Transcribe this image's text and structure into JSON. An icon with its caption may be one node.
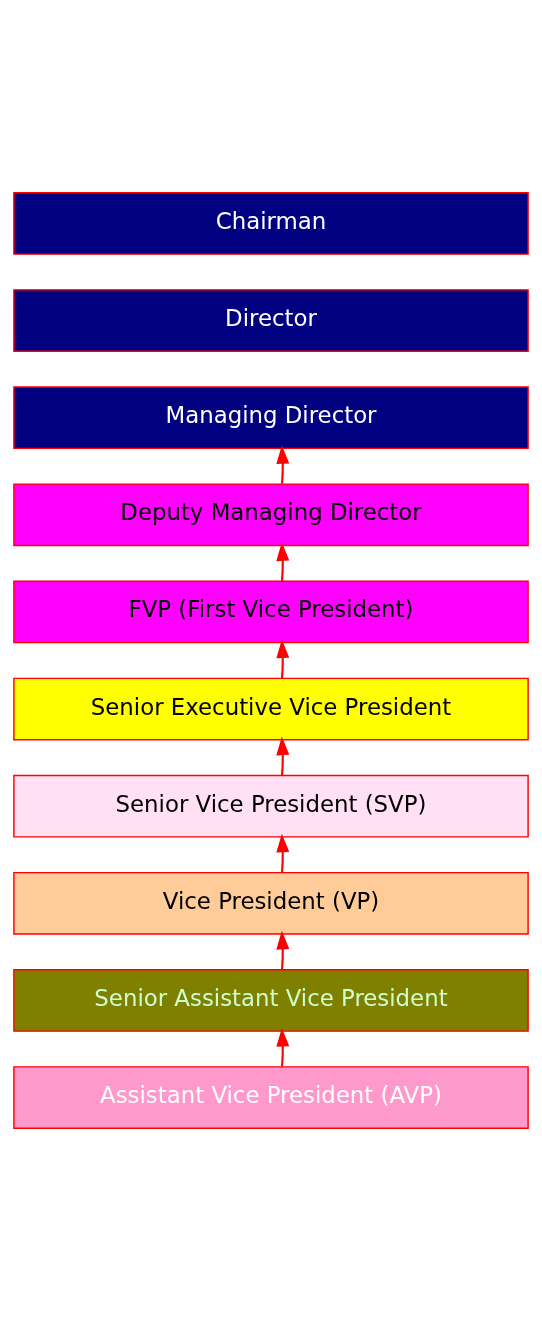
{
  "diagram": {
    "nodes": [
      {
        "text": [
          "Chairman"
        ]
      },
      {
        "text": [
          "Director"
        ]
      },
      {
        "text": [
          "Managing Director"
        ]
      },
      {
        "text": [
          "Deputy Managing Director"
        ]
      },
      {
        "text": [
          "FVP (First Vice President)"
        ]
      },
      {
        "text": [
          "Senior Executive Vice President"
        ]
      },
      {
        "text": [
          "Senior Vice President (SVP)"
        ]
      },
      {
        "text": [
          "Vice President (VP)"
        ]
      },
      {
        "text": [
          "Senior Assistant Vice President"
        ]
      },
      {
        "text": [
          "Assistant Vice President (AVP)"
        ]
      }
    ],
    "edges": [
      {
        "from": 3,
        "to": 2,
        "arrow": "to"
      },
      {
        "from": 4,
        "to": 3,
        "arrow": "to"
      },
      {
        "from": 5,
        "to": 4,
        "arrow": "to"
      },
      {
        "from": 6,
        "to": 5,
        "arrow": "to"
      },
      {
        "from": 7,
        "to": 6,
        "arrow": "to"
      },
      {
        "from": 8,
        "to": 7,
        "arrow": "to"
      },
      {
        "from": 9,
        "to": 8,
        "arrow": "to"
      }
    ]
  }
}
